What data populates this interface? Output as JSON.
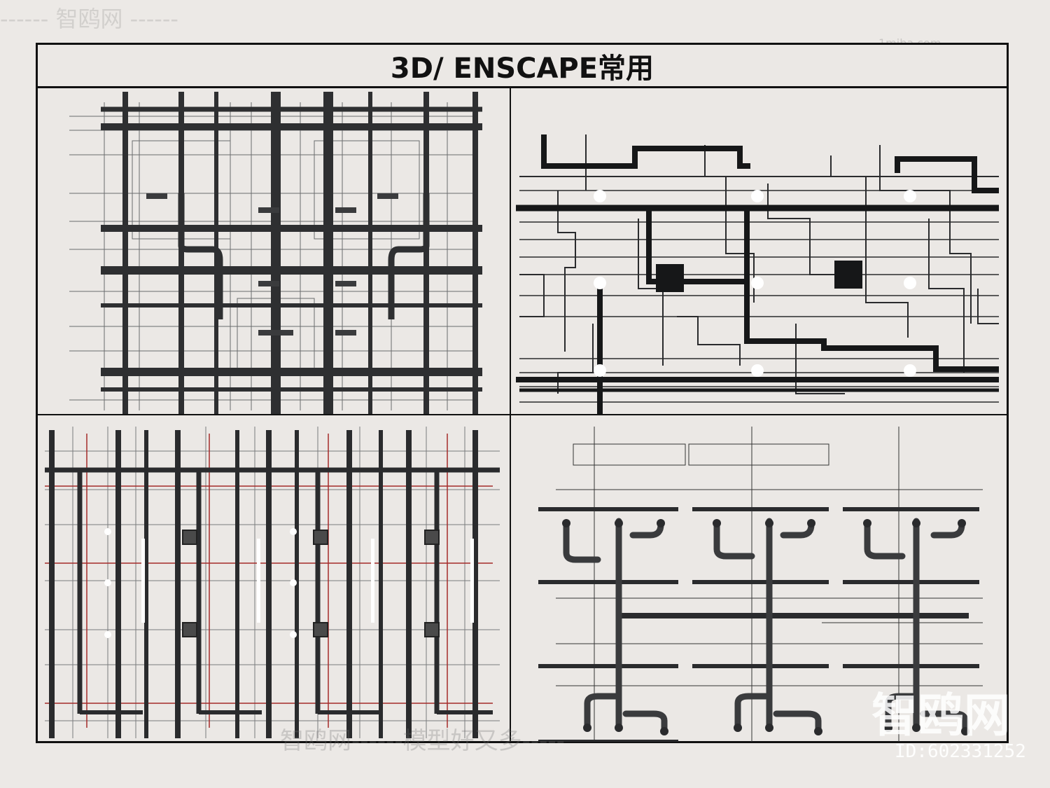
{
  "title": "3D/ ENSCAPE常用",
  "watermarks": {
    "top": "------ 智鸥网 ------",
    "site": "1miba.com",
    "bottom": "智鸥网------模型好又多-----",
    "big": "智鸥网"
  },
  "id_label": "ID:602331252",
  "panels": [
    {
      "name": "ceiling-pipe-grid-plan"
    },
    {
      "name": "routed-pipes-with-lights-plan"
    },
    {
      "name": "vertical-pipes-with-red-lines-plan"
    },
    {
      "name": "riser-pipe-groups-plan"
    }
  ],
  "colors": {
    "pipe": "#2e2f31",
    "pipe_light": "#55575a",
    "red_line": "#a52a2a",
    "light": "#ffffff",
    "frame": "#111111",
    "background": "#ebe8e5"
  }
}
